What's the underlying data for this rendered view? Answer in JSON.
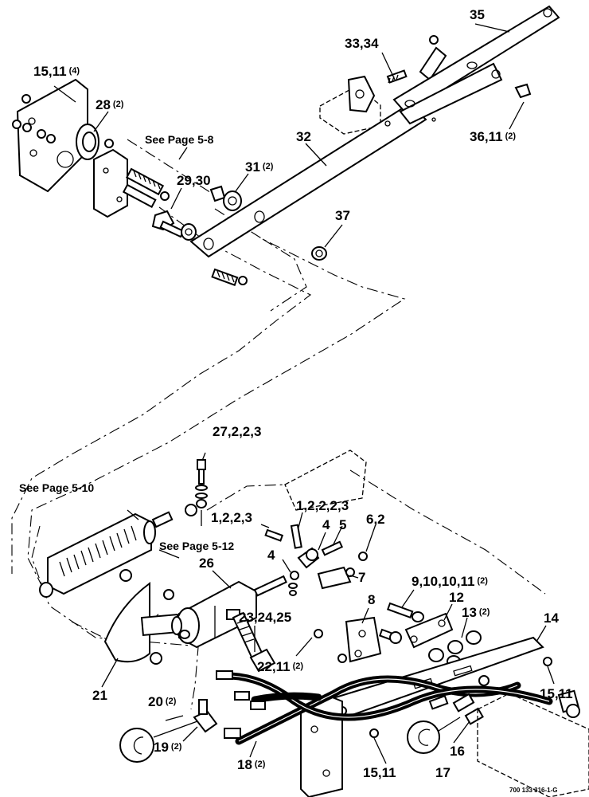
{
  "callouts": [
    {
      "num": "35",
      "qty": ""
    },
    {
      "num": "33,34",
      "qty": ""
    },
    {
      "num": "15,11",
      "qty": "(4)"
    },
    {
      "num": "28",
      "qty": "(2)"
    },
    {
      "num": "36,11",
      "qty": "(2)"
    },
    {
      "num": "32",
      "qty": ""
    },
    {
      "num": "31",
      "qty": "(2)"
    },
    {
      "num": "29,30",
      "qty": ""
    },
    {
      "num": "37",
      "qty": ""
    },
    {
      "num": "27,2,2,3",
      "qty": ""
    },
    {
      "num": "1,2,2,3",
      "qty": ""
    },
    {
      "num": "1,2,2,2,3",
      "qty": ""
    },
    {
      "num": "4",
      "qty": ""
    },
    {
      "num": "5",
      "qty": ""
    },
    {
      "num": "6,2",
      "qty": ""
    },
    {
      "num": "4",
      "qty": ""
    },
    {
      "num": "7",
      "qty": ""
    },
    {
      "num": "26",
      "qty": ""
    },
    {
      "num": "9,10,10,11",
      "qty": "(2)"
    },
    {
      "num": "12",
      "qty": ""
    },
    {
      "num": "13",
      "qty": "(2)"
    },
    {
      "num": "14",
      "qty": ""
    },
    {
      "num": "8",
      "qty": ""
    },
    {
      "num": "23,24,25",
      "qty": ""
    },
    {
      "num": "22,11",
      "qty": "(2)"
    },
    {
      "num": "15,11",
      "qty": ""
    },
    {
      "num": "21",
      "qty": ""
    },
    {
      "num": "20",
      "qty": "(2)"
    },
    {
      "num": "19",
      "qty": "(2)"
    },
    {
      "num": "18",
      "qty": "(2)"
    },
    {
      "num": "15,11",
      "qty": ""
    },
    {
      "num": "17",
      "qty": ""
    },
    {
      "num": "16",
      "qty": ""
    }
  ],
  "references": {
    "see_page_5_8": "See Page 5-8",
    "see_page_5_10": "See Page 5-10",
    "see_page_5_12": "See Page 5-12"
  },
  "figure_id": "700 133 316-1-G"
}
